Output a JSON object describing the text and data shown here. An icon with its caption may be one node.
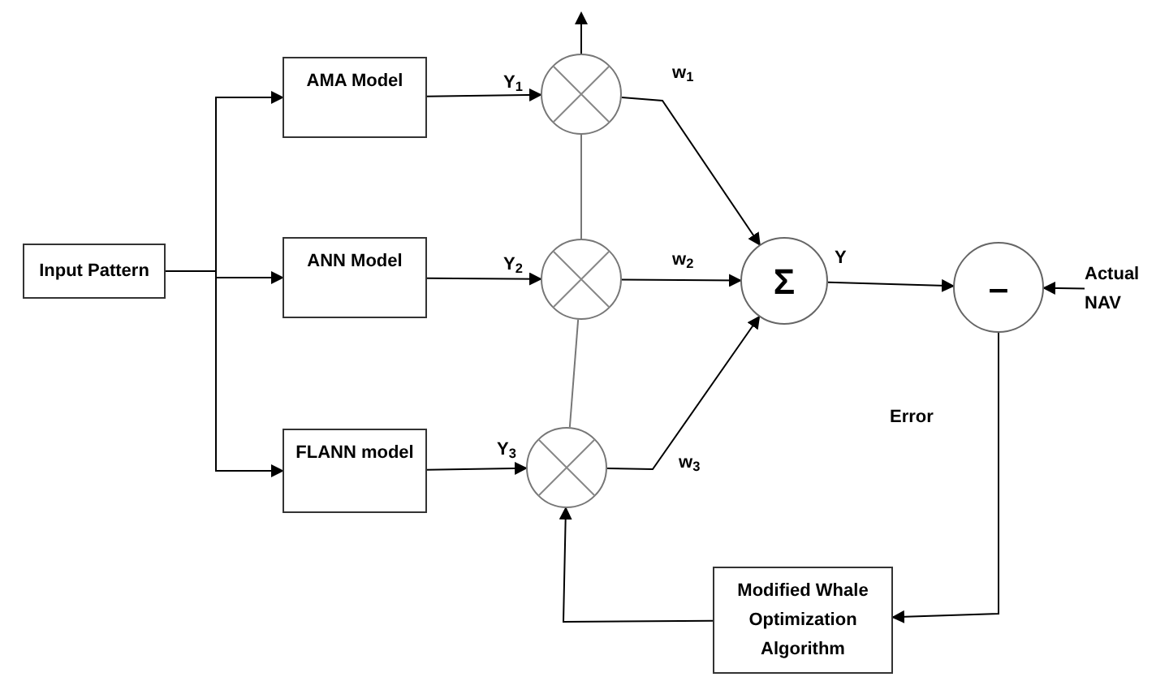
{
  "diagram": {
    "nodes": [
      {
        "text": [
          "Input Pattern"
        ]
      },
      {
        "text": [
          "AMA Model"
        ]
      },
      {
        "text": [
          "ANN Model"
        ]
      },
      {
        "text": [
          "FLANN model"
        ]
      },
      {
        "text": [],
        "shape": "circle"
      },
      {
        "text": [],
        "shape": "circle"
      },
      {
        "text": [],
        "shape": "circle"
      },
      {
        "text": [
          "Σ"
        ]
      },
      {
        "text": [
          "–"
        ]
      },
      {
        "text": [
          "Actual NAV"
        ]
      },
      {
        "text": [
          "Modified Whale Optimization Algorithm"
        ]
      }
    ],
    "edges": [
      {
        "from": 0,
        "to": 1,
        "arrow": "to"
      },
      {
        "from": 0,
        "to": 2,
        "arrow": "to"
      },
      {
        "from": 0,
        "to": 3,
        "arrow": "to"
      },
      {
        "from": 1,
        "to": 4,
        "arrow": "to",
        "label": "Y$_{1}$"
      },
      {
        "from": 2,
        "to": 5,
        "arrow": "to",
        "label": "Y$_{2}$"
      },
      {
        "from": 3,
        "to": 6,
        "arrow": "to",
        "label": "Y$_{3}$"
      },
      {
        "from": 4,
        "to": 7,
        "arrow": "to",
        "label": "w$_{1}$"
      },
      {
        "from": 5,
        "to": 7,
        "arrow": "to",
        "label": "w$_{2}$"
      },
      {
        "from": 6,
        "to": 7,
        "arrow": "to",
        "label": "w$_{3}$"
      },
      {
        "from": 7,
        "to": 8,
        "arrow": "to",
        "label": "Y"
      },
      {
        "from": 9,
        "to": 8,
        "arrow": "to"
      },
      {
        "from": 8,
        "to": 10,
        "arrow": "to",
        "label": "Error"
      },
      {
        "from": 10,
        "to": 6,
        "arrow": "to"
      },
      {
        "from": 4,
        "to": null,
        "arrow": "to"
      },
      {
        "from": 4,
        "to": 5,
        "arrow": "none",
        "color": "#777777"
      },
      {
        "from": 5,
        "to": 6,
        "arrow": "none",
        "color": "#777777"
      }
    ]
  }
}
